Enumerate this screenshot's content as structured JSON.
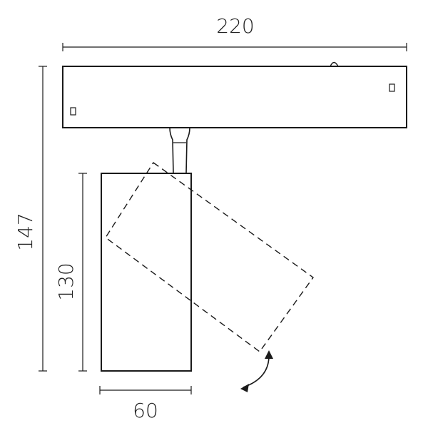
{
  "dimensions": {
    "width_top": "220",
    "height_total": "147",
    "height_head": "130",
    "width_head": "60"
  },
  "colors": {
    "stroke": "#1a1a1a",
    "text": "#222222",
    "background": "#ffffff"
  },
  "icons": {
    "rotation": "rotation-arrow-icon"
  }
}
